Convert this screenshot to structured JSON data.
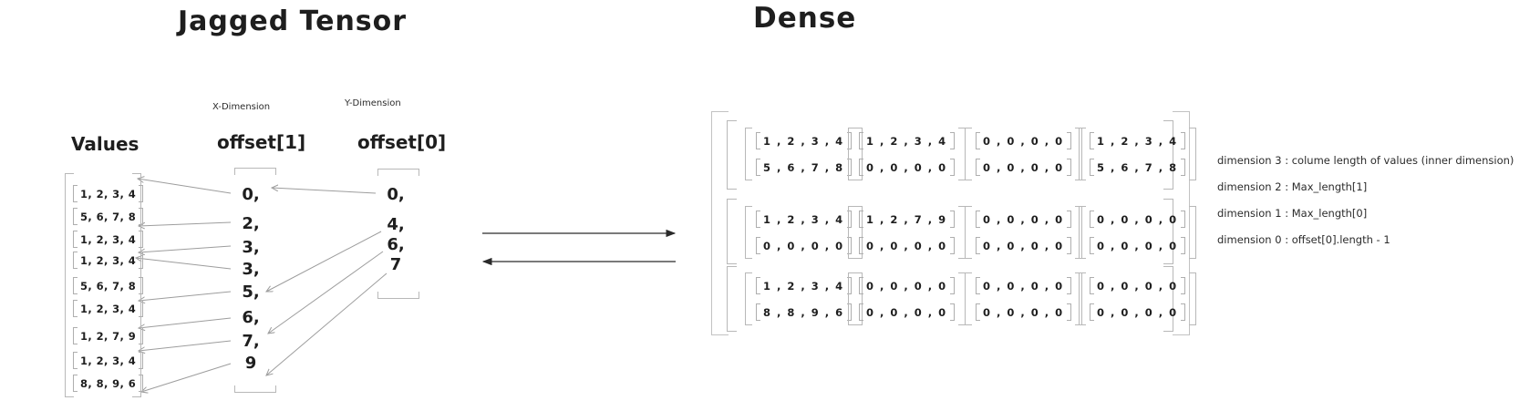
{
  "jagged": {
    "title": "Jagged Tensor",
    "x_dimension_label": "X-Dimension",
    "y_dimension_label": "Y-Dimension",
    "values_label": "Values",
    "offset1_label": "offset[1]",
    "offset0_label": "offset[0]",
    "values": [
      "1, 2, 3, 4",
      "5, 6, 7, 8",
      "1, 2, 3, 4",
      "1, 2, 3, 4",
      "5, 6, 7, 8",
      "1, 2, 3, 4",
      "1, 2, 7, 9",
      "1, 2, 3, 4",
      "8, 8, 9, 6"
    ],
    "offset1": [
      "0,",
      "2,",
      "3,",
      "3,",
      "5,",
      "6,",
      "7,",
      "9"
    ],
    "offset0": [
      "0,",
      "4,",
      "6,",
      "7"
    ]
  },
  "dense": {
    "title": "Dense",
    "grid": [
      [
        [
          "1 , 2 , 3 , 4",
          "5 , 6 , 7 , 8"
        ],
        [
          "1 , 2 , 3 , 4",
          "0 , 0 , 0 , 0"
        ],
        [
          "0 , 0 , 0 , 0",
          "0 , 0 , 0 , 0"
        ],
        [
          "1 , 2 , 3 , 4",
          "5 , 6 , 7 , 8"
        ]
      ],
      [
        [
          "1 , 2 , 3 , 4",
          "0 , 0 , 0 , 0"
        ],
        [
          "1 , 2 , 7 , 9",
          "0 , 0 , 0 , 0"
        ],
        [
          "0 , 0 , 0 , 0",
          "0 , 0 , 0 , 0"
        ],
        [
          "0 , 0 , 0 , 0",
          "0 , 0 , 0 , 0"
        ]
      ],
      [
        [
          "1 , 2 , 3 , 4",
          "8 , 8 , 9 , 6"
        ],
        [
          "0 , 0 , 0 , 0",
          "0 , 0 , 0 , 0"
        ],
        [
          "0 , 0 , 0 , 0",
          "0 , 0 , 0 , 0"
        ],
        [
          "0 , 0 , 0 , 0",
          "0 , 0 , 0 , 0"
        ]
      ]
    ]
  },
  "legend": {
    "lines": [
      "dimension 3 : colume length of values (inner dimension)",
      "dimension 2 : Max_length[1]",
      "dimension 1 : Max_length[0]",
      "dimension 0 : offset[0].length - 1"
    ]
  },
  "colors": {
    "ink": "#1e1e1e",
    "bracket": "#b8b8b8",
    "arrow_gray": "#9d9d9d",
    "arrow_dark": "#2a2a2a",
    "background": "#ffffff"
  }
}
